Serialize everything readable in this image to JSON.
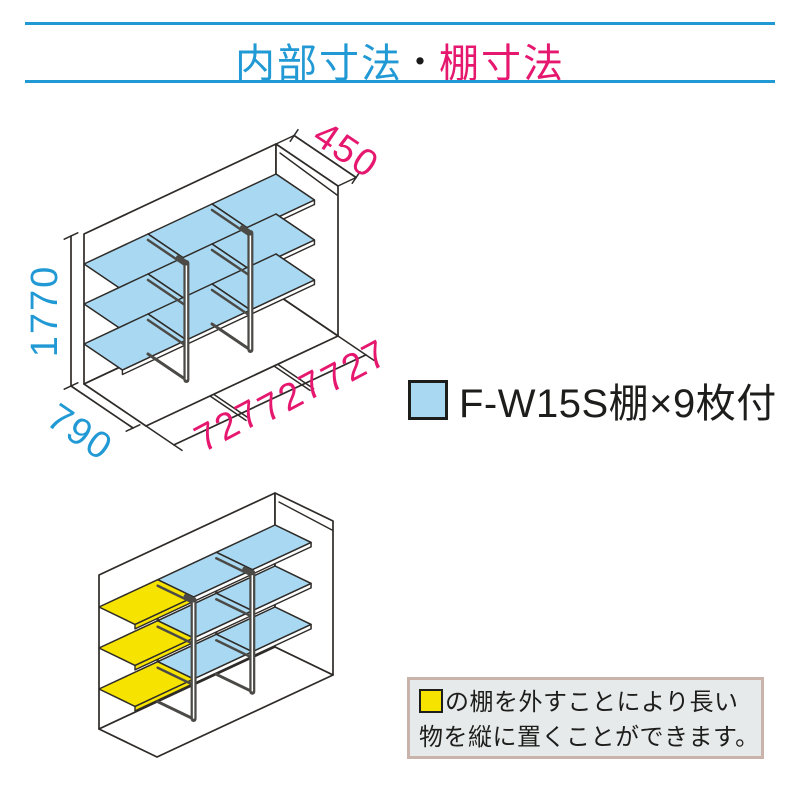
{
  "title": {
    "left": "内部寸法",
    "dot": "・",
    "right": "棚寸法"
  },
  "colors": {
    "cyan": "#2199D4",
    "magenta": "#E6176F",
    "shelf_blue": "#A9D9F2",
    "shelf_yellow": "#F6E400",
    "outline": "#2E2B28",
    "post": "#4B4A46",
    "note_bg": "#E6EAEA",
    "note_border": "#C9B3AA"
  },
  "top_diagram": {
    "dims": {
      "height": "1770",
      "depth": "790",
      "shelf_depth": "450",
      "widths": [
        "727",
        "727",
        "727"
      ]
    }
  },
  "legend": {
    "label": "F-W15S棚×9枚付"
  },
  "note": {
    "line1": "の棚を外すことにより長い",
    "line2": "物を縦に置くことができます。"
  }
}
